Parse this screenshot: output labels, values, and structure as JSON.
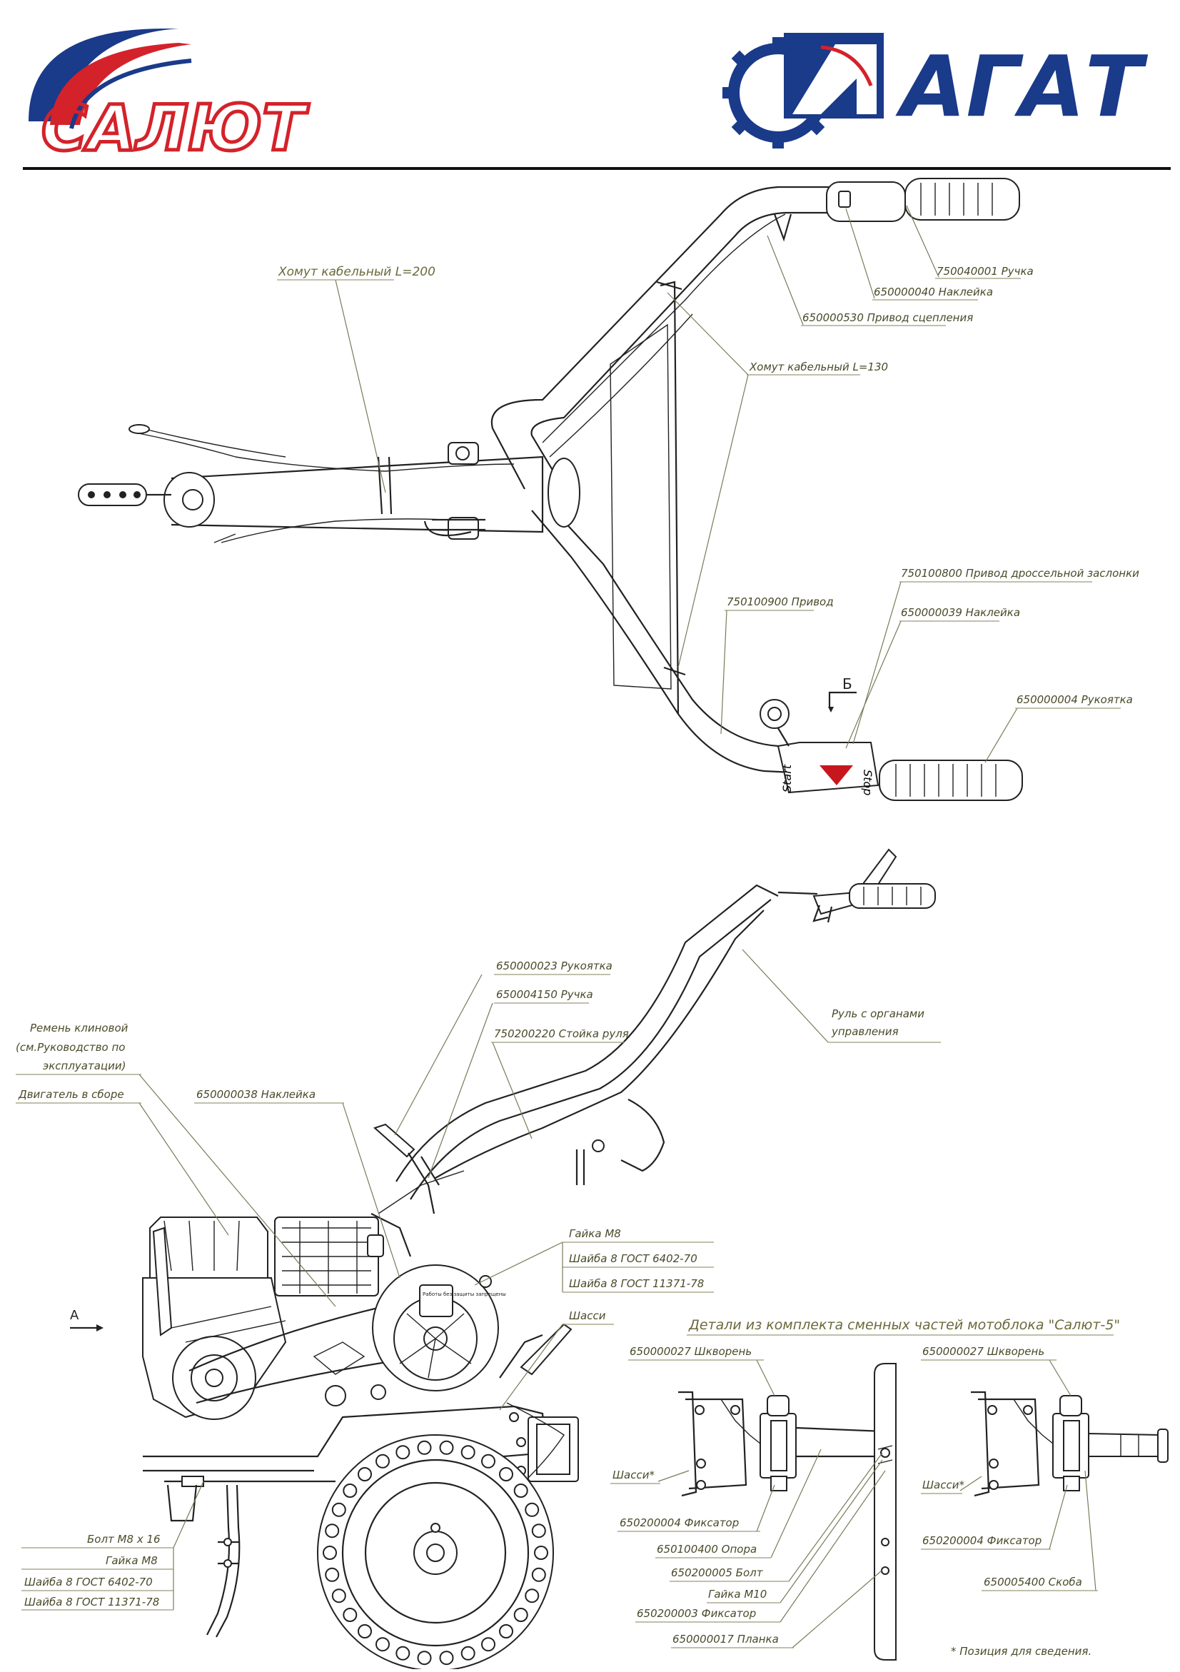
{
  "logos": {
    "left": {
      "name": "САЛЮТ",
      "colors": {
        "red": "#d4222a",
        "blue": "#1a3a8a"
      }
    },
    "right": {
      "name": "АГАТ",
      "colors": {
        "blue": "#1a3a8a",
        "red": "#d4222a"
      }
    }
  },
  "top_view": {
    "labels": {
      "khomut_200": "Хомут кабельный  L=200",
      "ruchka": "750040001  Ручка",
      "nakleyka_40": "650000040  Наклейка",
      "privod_scepleniya": "650000530  Привод сцепления",
      "khomut_130": "Хомут кабельный  L=130",
      "privod_drossel": "750100800  Привод дроссельной заслонки",
      "nakleyka_39": "650000039  Наклейка",
      "privod": "750100900  Привод",
      "rukoyatka_04": "650000004  Рукоятка",
      "section_b": "Б",
      "start": "Start",
      "stop": "Stop"
    }
  },
  "side_view": {
    "labels": {
      "rukoyatka_23": "650000023  Рукоятка",
      "ruchka_4150": "650004150  Ручка",
      "stoyka_rulya": "750200220  Стойка руля",
      "rul_line1": "Руль с органами",
      "rul_line2": "управления",
      "remen_line1": "Ремень клиновой",
      "remen_line2": "(см.Руководство по",
      "remen_line3": "эксплуатации)",
      "dvigatel": "Двигатель в сборе",
      "nakleyka_38": "650000038  Наклейка",
      "gayka_m8": "Гайка М8",
      "shayba_6402_a": "Шайба 8 ГОСТ 6402-70",
      "shayba_11371_a": "Шайба 8 ГОСТ 11371-78",
      "shassi": "Шасси",
      "view_a": "А",
      "bolt_m8x16": "Болт М8 х 16",
      "gayka_m8_b": "Гайка М8",
      "shayba_6402_b": "Шайба 8 ГОСТ 6402-70",
      "shayba_11371_b": "Шайба 8 ГОСТ 11371-78",
      "label_plate": "Работы без защиты запрещены"
    }
  },
  "replacement_parts": {
    "title": "Детали из комплекта сменных частей мотоблока \"Салют-5\"",
    "left_group": {
      "shkvoren": "650000027  Шкворень",
      "shassi": "Шасси*",
      "fiksator": "650200004  Фиксатор",
      "opora": "650100400  Опора",
      "bolt": "650200005  Болт",
      "gayka": "Гайка М10",
      "fiksator_2": "650200003  Фиксатор",
      "planka": "650000017  Планка"
    },
    "right_group": {
      "shkvoren": "650000027  Шкворень",
      "shassi": "Шасси*",
      "fiksator": "650200004  Фиксатор",
      "skoba": "650005400  Скоба"
    },
    "footnote": "* Позиция  для сведения."
  }
}
